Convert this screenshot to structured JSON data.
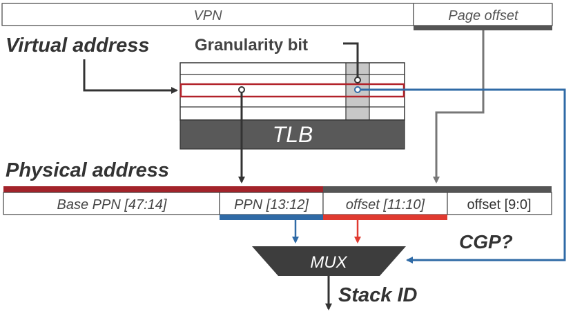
{
  "labels": {
    "vpn": "VPN",
    "page_offset": "Page offset",
    "virtual_address": "Virtual address",
    "granularity_bit": "Granularity bit",
    "tlb": "TLB",
    "physical_address": "Physical address",
    "base_ppn": "Base PPN [47:14]",
    "ppn_13_12": "PPN [13:12]",
    "offset_11_10": "offset [11:10]",
    "offset_9_0": "offset [9:0]",
    "mux": "MUX",
    "stack_id": "Stack ID",
    "cgp": "CGP?"
  },
  "colors": {
    "red": "#b2222a",
    "bright_red": "#e03a30",
    "blue": "#2f6aa6",
    "dark_gray": "#555555",
    "light_gray": "#c8c8c8",
    "text_gray": "#555555"
  }
}
